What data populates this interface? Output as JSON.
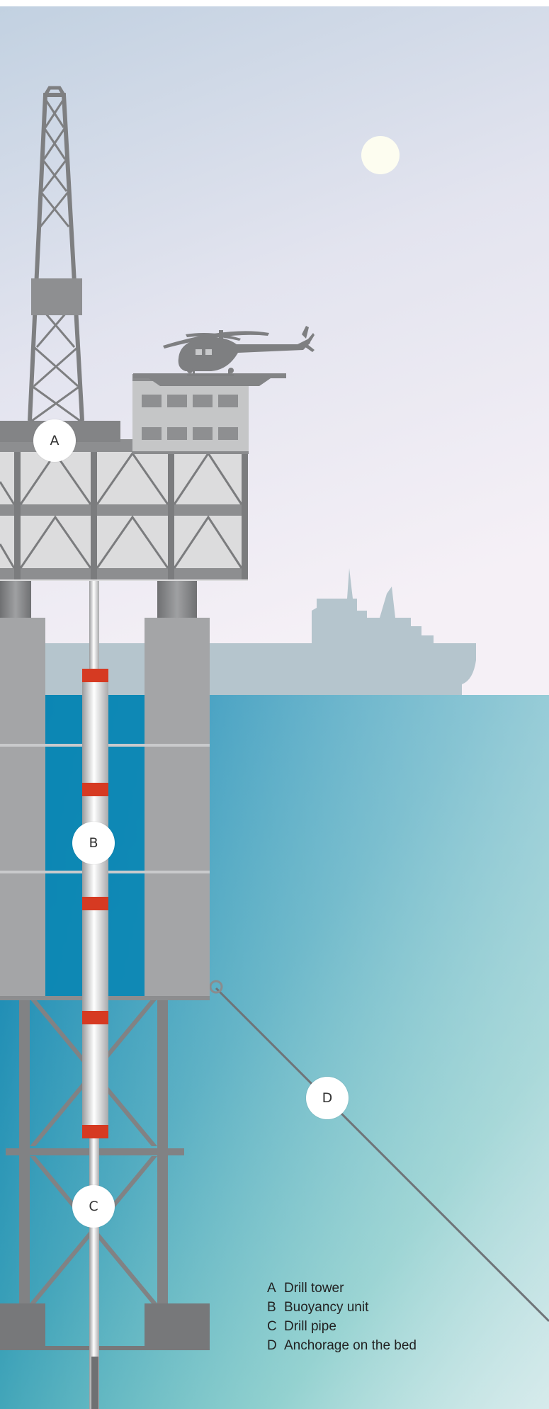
{
  "callouts": {
    "a": "A",
    "b": "B",
    "c": "C",
    "d": "D"
  },
  "legend": [
    {
      "letter": "A",
      "label": "Drill tower"
    },
    {
      "letter": "B",
      "label": "Buoyancy unit"
    },
    {
      "letter": "C",
      "label": "Drill pipe"
    },
    {
      "letter": "D",
      "label": "Anchorage on the bed"
    }
  ],
  "colors": {
    "sky_top": "#c5d3e2",
    "sky_bottom": "#f3eff6",
    "sea_deep": "#0e83b3",
    "sea_light": "#c6e6e4",
    "structure": "#7d7e80",
    "buoyancy_band": "#d93a22",
    "ship": "#b3c4cc"
  }
}
